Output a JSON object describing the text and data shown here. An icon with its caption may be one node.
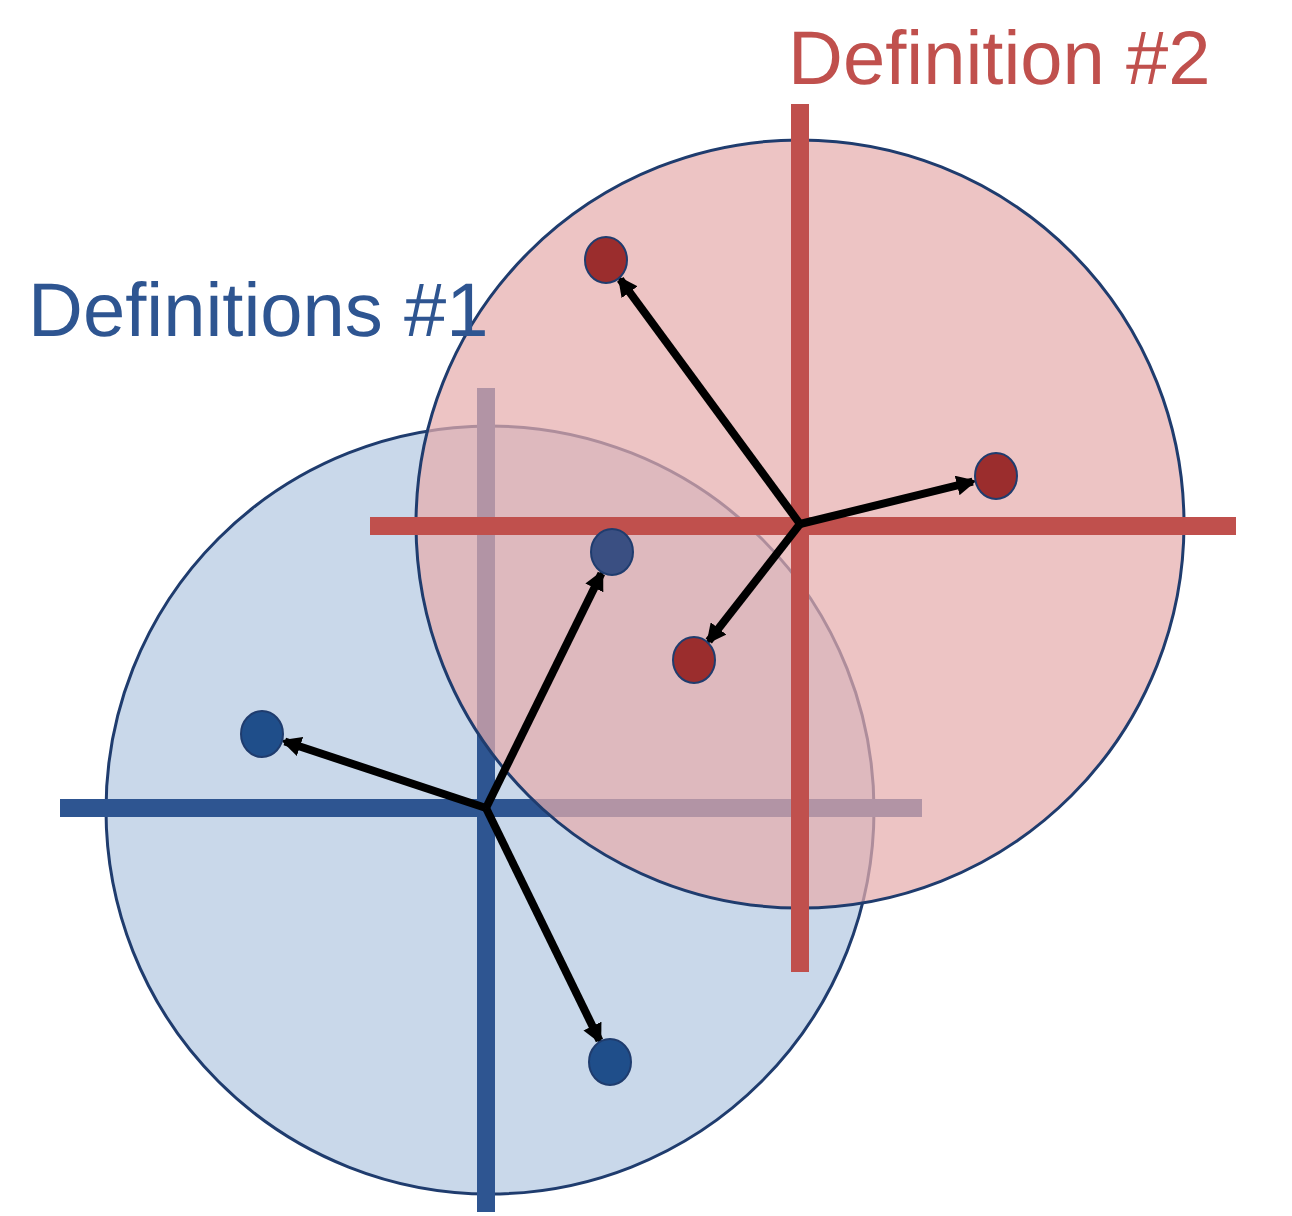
{
  "diagram": {
    "nodes": [
      {
        "text": [
          "Definition #2"
        ]
      },
      {
        "text": [
          "Definitions #1"
        ]
      },
      {
        "text": [],
        "shape": "circle",
        "in": 0
      },
      {
        "text": [],
        "shape": "circle",
        "in": 0
      },
      {
        "text": [],
        "shape": "circle"
      },
      {
        "text": [],
        "shape": "circle"
      },
      {
        "text": [],
        "shape": "circle",
        "in": 1
      },
      {
        "text": [],
        "shape": "circle",
        "in": 1
      }
    ],
    "edges": [
      {
        "from": null,
        "to": 2,
        "arrow": "to"
      },
      {
        "from": null,
        "to": 3,
        "arrow": "to"
      },
      {
        "from": null,
        "to": 5,
        "arrow": "to"
      },
      {
        "from": null,
        "to": 4,
        "arrow": "to"
      },
      {
        "from": null,
        "to": 6,
        "arrow": "to"
      },
      {
        "from": null,
        "to": 7,
        "arrow": "to"
      }
    ]
  }
}
